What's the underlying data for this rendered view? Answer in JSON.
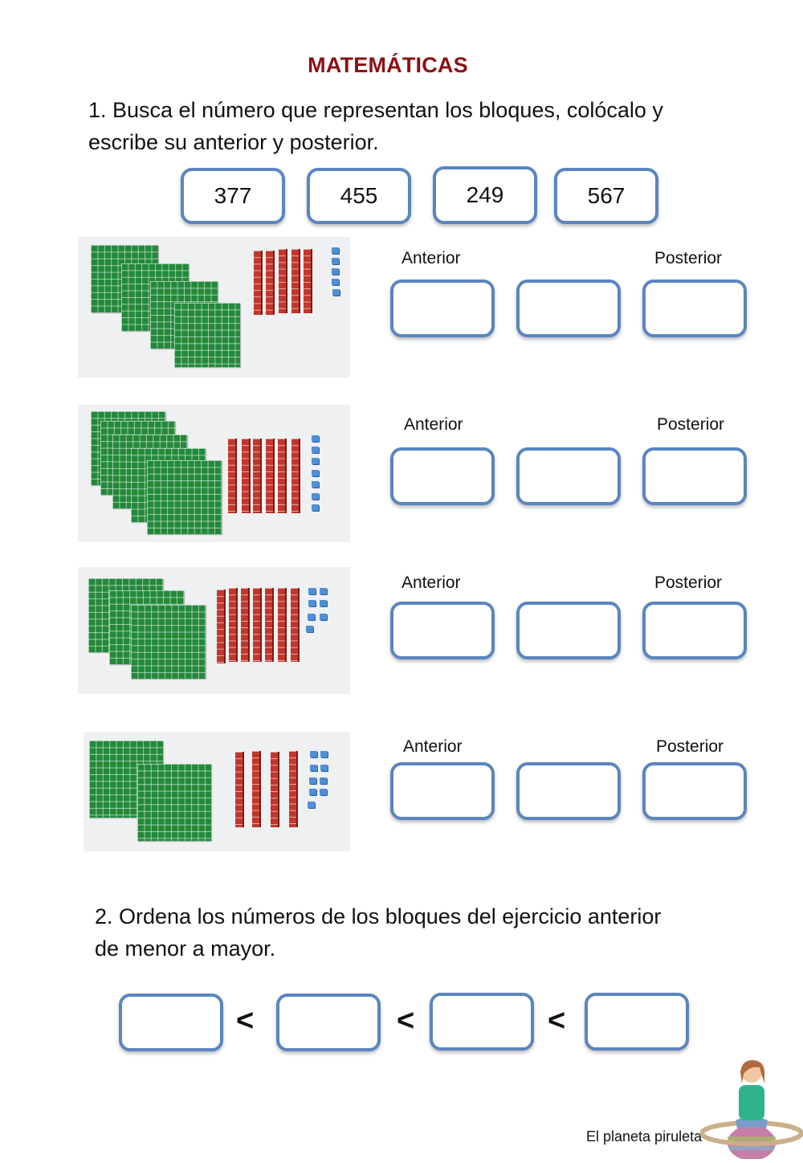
{
  "title": "MATEMÁTICAS",
  "exercise1": {
    "instruction_line1": "1. Busca el número que representan los bloques, colócalo y",
    "instruction_line2": "escribe su anterior y posterior.",
    "number_bank": [
      "377",
      "455",
      "249",
      "567"
    ],
    "label_before": "Anterior",
    "label_after": "Posterior",
    "rows": [
      {
        "hundreds": 4,
        "tens": 5,
        "units": 5,
        "anterior": "",
        "number": "",
        "posterior": ""
      },
      {
        "hundreds": 5,
        "tens": 6,
        "units": 7,
        "anterior": "",
        "number": "",
        "posterior": ""
      },
      {
        "hundreds": 3,
        "tens": 7,
        "units": 7,
        "anterior": "",
        "number": "",
        "posterior": ""
      },
      {
        "hundreds": 2,
        "tens": 4,
        "units": 9,
        "anterior": "",
        "number": "",
        "posterior": ""
      }
    ]
  },
  "exercise2": {
    "instruction_line1": "2. Ordena los números de los bloques del ejercicio anterior",
    "instruction_line2": "de menor a mayor.",
    "slots": [
      "",
      "",
      "",
      ""
    ],
    "comparator": "<"
  },
  "colors": {
    "title": "#8b1014",
    "box_border": "#5a85c0",
    "flat_green": "#23893a",
    "rod_red": "#c2362b",
    "unit_blue": "#4f8fd6"
  },
  "footer": {
    "credit": "El planeta piruleta",
    "mascot_icon": "girl-on-planet-icon"
  }
}
